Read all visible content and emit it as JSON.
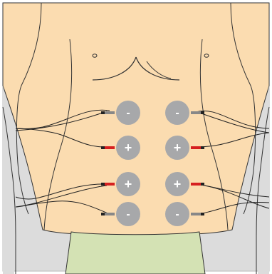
{
  "colors": {
    "background": "#dcdcdc",
    "frame": "#ffffff",
    "skin": "#fbdcb0",
    "outline": "#333333",
    "pants": "#d4e2b4",
    "electrode": "#a7a8aa",
    "electrode_text": "#ffffff",
    "connector_positive": "#d62020",
    "connector_negative": "#888888",
    "wire": "#222222"
  },
  "electrodes": [
    {
      "id": "upper-left",
      "side": "left",
      "polarity": "negative",
      "symbol": "-"
    },
    {
      "id": "upper-right",
      "side": "right",
      "polarity": "negative",
      "symbol": "-"
    },
    {
      "id": "mid-upper-left",
      "side": "left",
      "polarity": "positive",
      "symbol": "+"
    },
    {
      "id": "mid-upper-right",
      "side": "right",
      "polarity": "positive",
      "symbol": "+"
    },
    {
      "id": "mid-lower-left",
      "side": "left",
      "polarity": "positive",
      "symbol": "+"
    },
    {
      "id": "mid-lower-right",
      "side": "right",
      "polarity": "positive",
      "symbol": "+"
    },
    {
      "id": "lower-left",
      "side": "left",
      "polarity": "negative",
      "symbol": "-"
    },
    {
      "id": "lower-right",
      "side": "right",
      "polarity": "negative",
      "symbol": "-"
    }
  ]
}
